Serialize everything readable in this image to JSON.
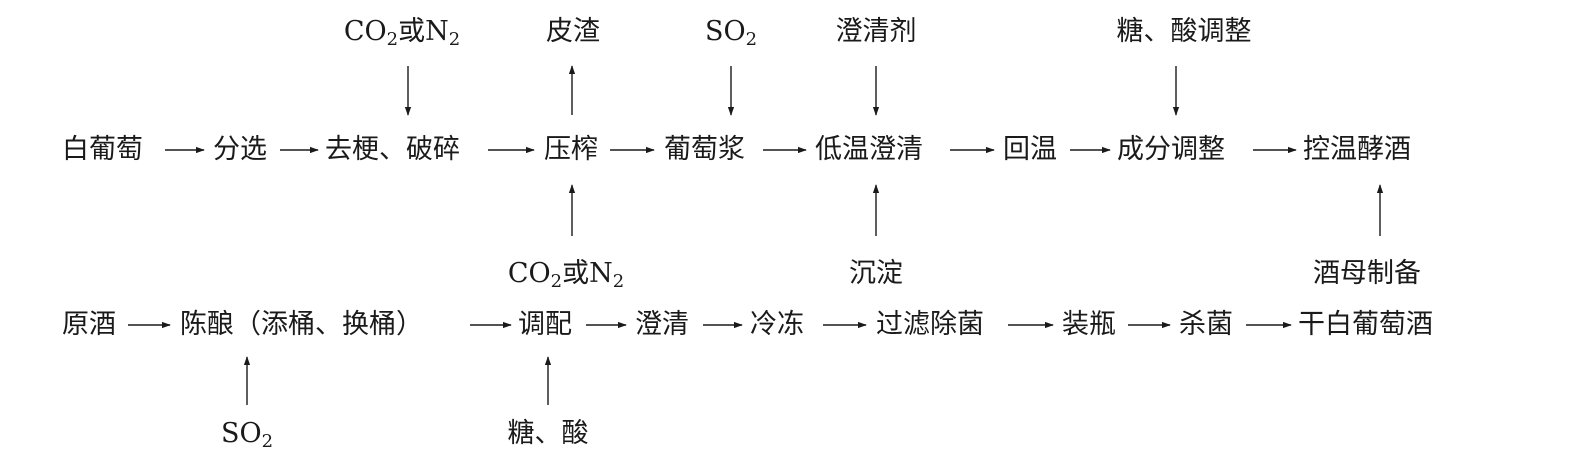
{
  "top_row": {
    "nodes": [
      "白葡萄",
      "分选",
      "去梗、破碎",
      "压榨",
      "葡萄浆",
      "低温澄清",
      "回温",
      "成分调整",
      "控温酵酒"
    ]
  },
  "top_inputs": {
    "crush_gas_prefix": "CO",
    "crush_gas_sub": "2",
    "crush_gas_mid": "或N",
    "crush_gas_sub2": "2",
    "press_output": "皮渣",
    "so2_prefix": "SO",
    "so2_sub": "2",
    "clarifier": "澄清剂",
    "sugar_acid_adjust": "糖、酸调整"
  },
  "bottom_inputs": {
    "press_gas_prefix": "CO",
    "press_gas_sub": "2",
    "press_gas_mid": "或N",
    "press_gas_sub2": "2",
    "sediment": "沉淀",
    "yeast_prep": "酒母制备",
    "aging_so2_prefix": "SO",
    "aging_so2_sub": "2",
    "blend_sugar_acid": "糖、酸"
  },
  "bottom_row": {
    "nodes": [
      "原酒",
      "陈酿（添桶、换桶）",
      "调配",
      "澄清",
      "冷冻",
      "过滤除菌",
      "装瓶",
      "杀菌",
      "干白葡萄酒"
    ]
  },
  "colors": {
    "line": "#1a1a1a"
  }
}
